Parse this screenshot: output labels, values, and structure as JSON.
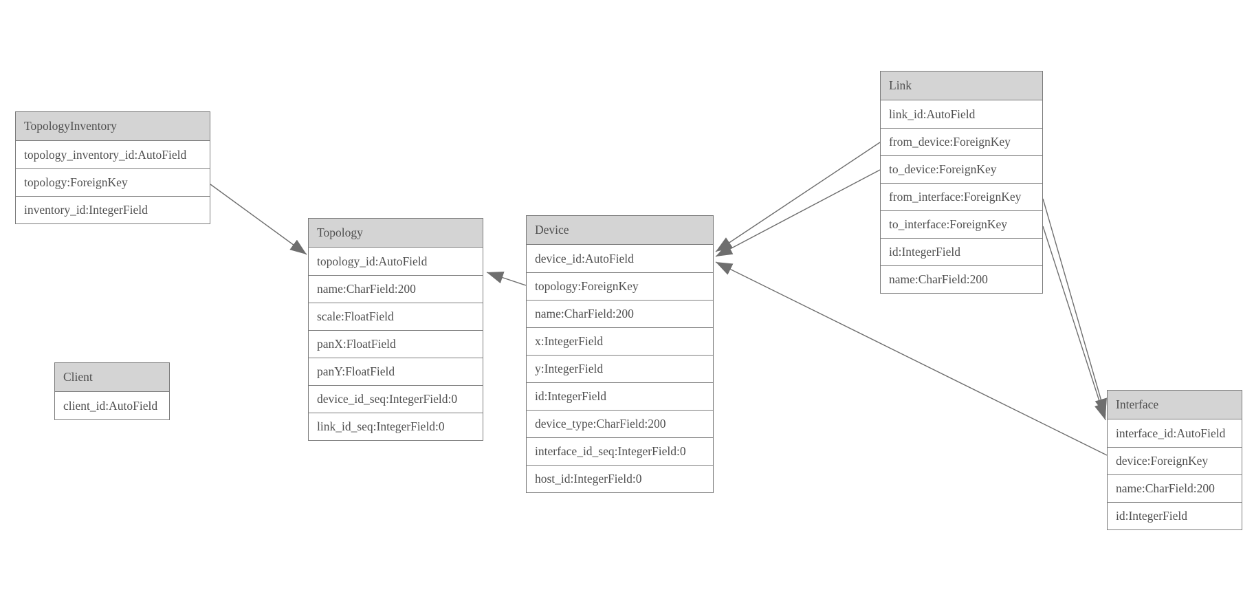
{
  "diagram": {
    "kind": "database-model-diagram",
    "background_color": "#ffffff",
    "header_fill_color": "#d4d4d4",
    "border_color": "#7a7a7a",
    "text_color": "#4f4f4f",
    "edge_color": "#6e6e6e"
  },
  "entities": {
    "topology_inventory": {
      "title": "TopologyInventory",
      "rows": [
        "topology_inventory_id:AutoField",
        "topology:ForeignKey",
        "inventory_id:IntegerField"
      ]
    },
    "topology": {
      "title": "Topology",
      "rows": [
        "topology_id:AutoField",
        "name:CharField:200",
        "scale:FloatField",
        "panX:FloatField",
        "panY:FloatField",
        "device_id_seq:IntegerField:0",
        "link_id_seq:IntegerField:0"
      ]
    },
    "client": {
      "title": "Client",
      "rows": [
        "client_id:AutoField"
      ]
    },
    "device": {
      "title": "Device",
      "rows": [
        "device_id:AutoField",
        "topology:ForeignKey",
        "name:CharField:200",
        "x:IntegerField",
        "y:IntegerField",
        "id:IntegerField",
        "device_type:CharField:200",
        "interface_id_seq:IntegerField:0",
        "host_id:IntegerField:0"
      ]
    },
    "link": {
      "title": "Link",
      "rows": [
        "link_id:AutoField",
        "from_device:ForeignKey",
        "to_device:ForeignKey",
        "from_interface:ForeignKey",
        "to_interface:ForeignKey",
        "id:IntegerField",
        "name:CharField:200"
      ]
    },
    "interface": {
      "title": "Interface",
      "rows": [
        "interface_id:AutoField",
        "device:ForeignKey",
        "name:CharField:200",
        "id:IntegerField"
      ]
    }
  },
  "relationships": [
    {
      "from": "TopologyInventory.topology",
      "to": "Topology"
    },
    {
      "from": "Device.topology",
      "to": "Topology"
    },
    {
      "from": "Link.from_device",
      "to": "Device"
    },
    {
      "from": "Link.to_device",
      "to": "Device"
    },
    {
      "from": "Interface.device",
      "to": "Device"
    },
    {
      "from": "Link.from_interface",
      "to": "Interface"
    },
    {
      "from": "Link.to_interface",
      "to": "Interface"
    }
  ]
}
